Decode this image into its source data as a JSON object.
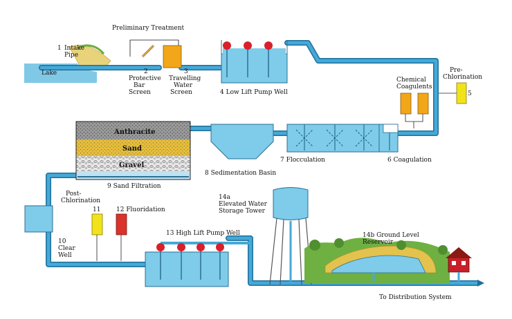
{
  "labels": {
    "preliminary_treatment": "Preliminary Treatment",
    "intake_num": "1",
    "intake_l1": "Intake",
    "intake_l2": "Pipe",
    "lake": "Lake",
    "bar_num": "2",
    "bar_l1": "Protective",
    "bar_l2": "Bar",
    "bar_l3": "Screen",
    "travel_num": "3",
    "travel_l1": "Travelling",
    "travel_l2": "Water",
    "travel_l3": "Screen",
    "low_lift": "4 Low Lift Pump Well",
    "chem_l1": "Chemical",
    "chem_l2": "Coagulents",
    "prechlor_l1": "Pre-",
    "prechlor_l2": "Chlorination",
    "prechlor_num": "5",
    "coagulation": "6 Coagulation",
    "flocculation": "7 Flocculation",
    "sedimentation": "8 Sedimentation Basin",
    "anthracite": "Anthracite",
    "sand": "Sand",
    "gravel": "Gravel",
    "sand_filtration": "9 Sand Filtration",
    "postchlor_l1": "Post-",
    "postchlor_l2": "Chlorination",
    "clear_l1": "10",
    "clear_l2": "Clear",
    "clear_l3": "Well",
    "n11": "11",
    "fluoridation": "12 Fluoridation",
    "high_lift": "13 High Lift Pump Well",
    "tower_l1": "14a",
    "tower_l2": "Elevated Water",
    "tower_l3": "Storage Tower",
    "reservoir_l1": "14b Ground Level",
    "reservoir_l2": "Reservoir",
    "distribution": "To Distribution System"
  },
  "colors": {
    "water": "#7ecbea",
    "pipe": "#45a9d8",
    "pipe_edge": "#1f6f9a",
    "pump": "#d9202a",
    "orange": "#f2a619",
    "yellow": "#f2e21a",
    "red": "#d8332c",
    "grass": "#6fb043",
    "sand": "#e3c24d",
    "house": "#c8202a"
  }
}
